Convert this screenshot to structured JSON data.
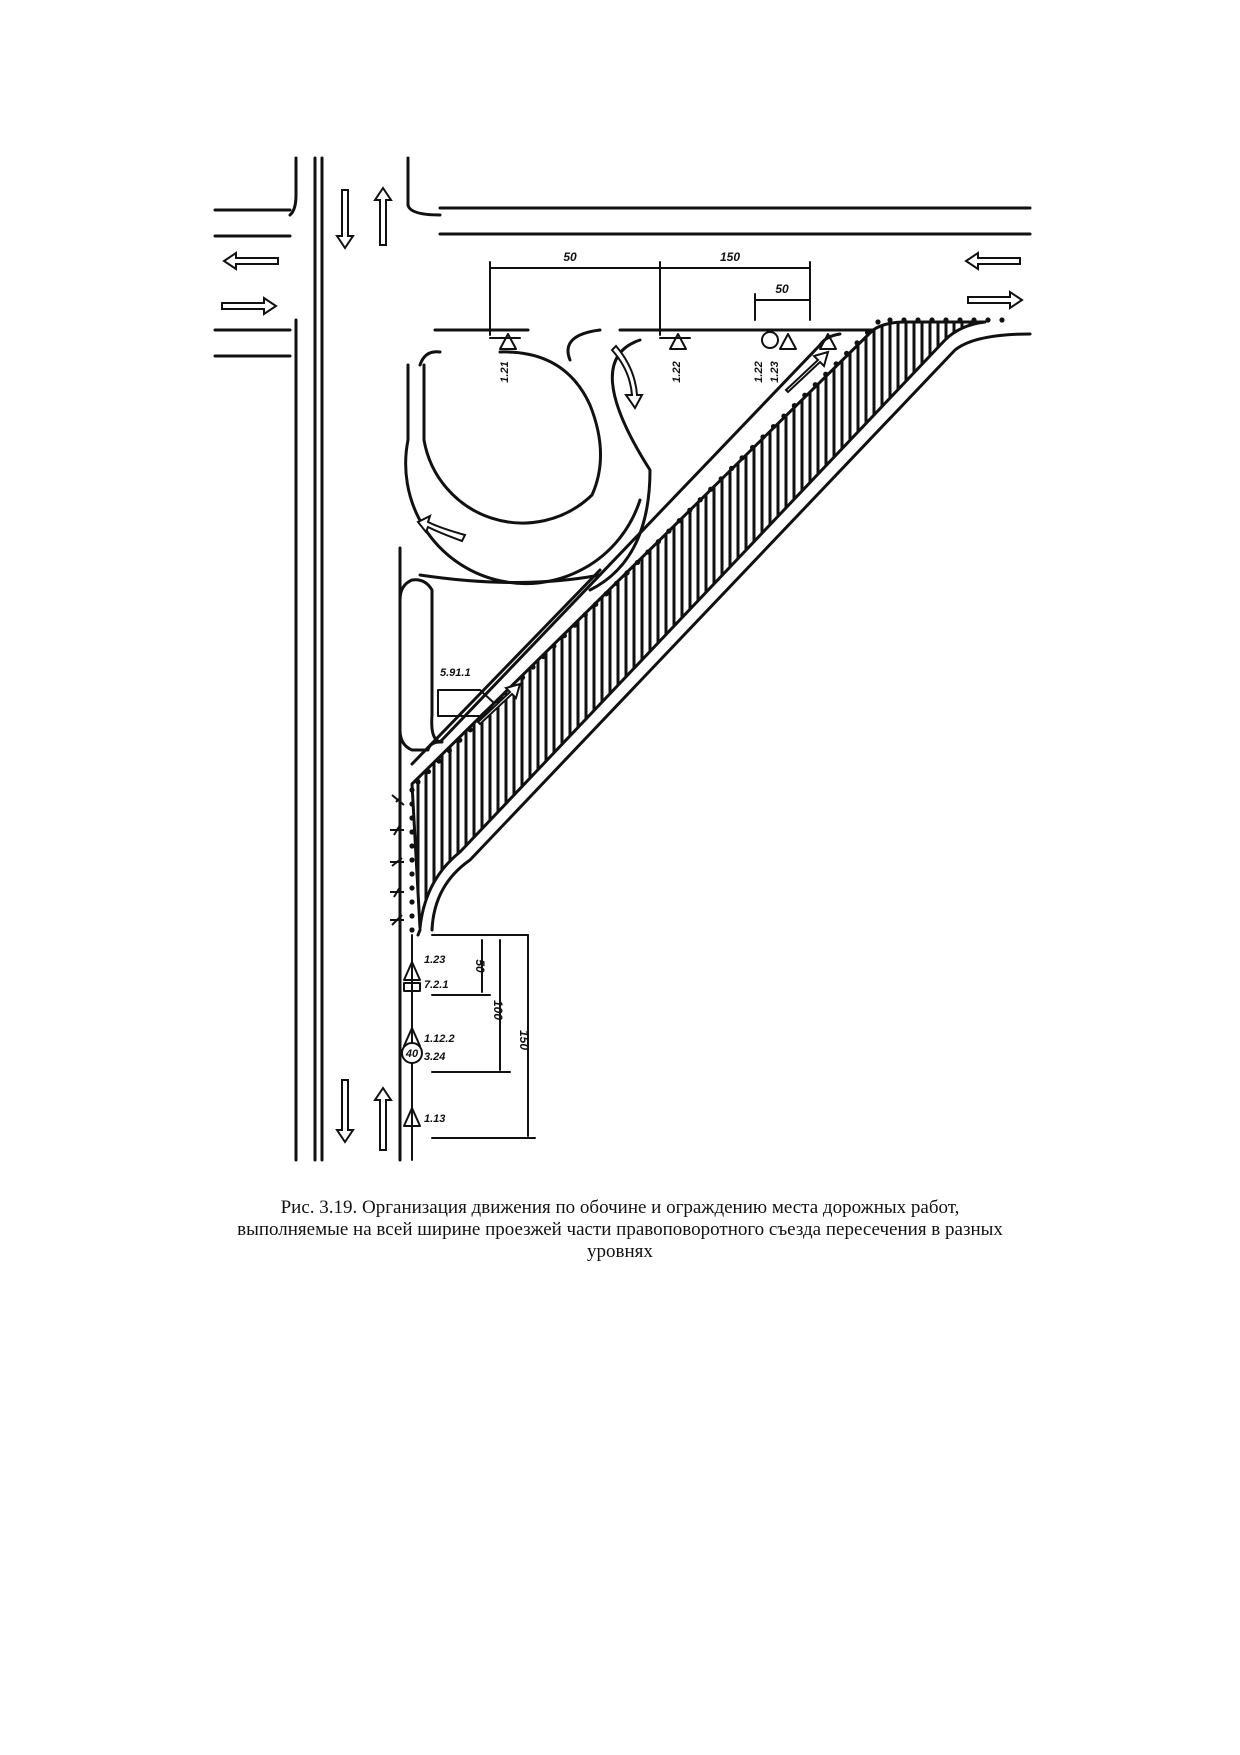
{
  "dimensions": {
    "top_left": "50",
    "top_middle": "150",
    "top_right": "50",
    "bottom_50": "50",
    "bottom_100": "100",
    "bottom_150": "150"
  },
  "signs": {
    "roundabout_exit": "1.22",
    "loop_sign": "1.21",
    "ramp_sign_a": "1.22",
    "ramp_sign_b": "1.23",
    "island_sign": "5.91.1",
    "bottom_1": "1.23",
    "bottom_2": "7.2.1",
    "bottom_3": "1.12.2",
    "bottom_4": "3.24",
    "bottom_5": "1.13",
    "speed_limit": "40"
  },
  "caption": {
    "line1": "Рис. 3.19. Организация движения по обочине и ограждению места дорожных работ,",
    "line2": "выполняемые на всей ширине проезжей части правоповоротного съезда пересечения в разных",
    "line3": "уровнях"
  }
}
